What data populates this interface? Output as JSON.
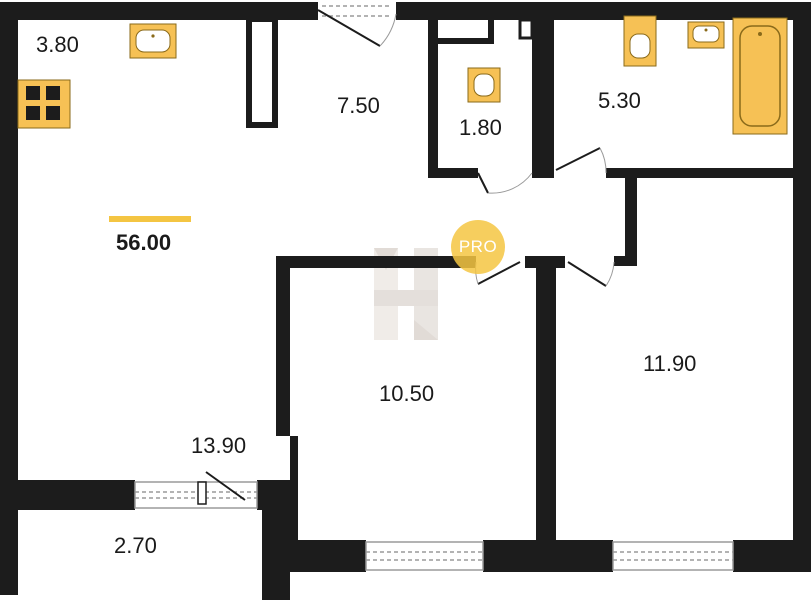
{
  "plan": {
    "total_area": "56.00",
    "rooms": [
      {
        "id": "kitchen",
        "area": "3.80"
      },
      {
        "id": "hallway",
        "area": "7.50"
      },
      {
        "id": "toilet",
        "area": "1.80"
      },
      {
        "id": "bathroom",
        "area": "5.30"
      },
      {
        "id": "living",
        "area": "13.90"
      },
      {
        "id": "bedroom-1",
        "area": "10.50"
      },
      {
        "id": "bedroom-2",
        "area": "11.90"
      },
      {
        "id": "balcony",
        "area": "2.70"
      }
    ]
  },
  "badge": {
    "label": "PRO"
  },
  "colors": {
    "wall": "#1c1c1c",
    "fixture_fill": "#f6c155",
    "fixture_stroke": "#8a6a1a",
    "accent": "#f4c542",
    "watermark": "#d9d4cf",
    "window": "#9a9a9a"
  }
}
